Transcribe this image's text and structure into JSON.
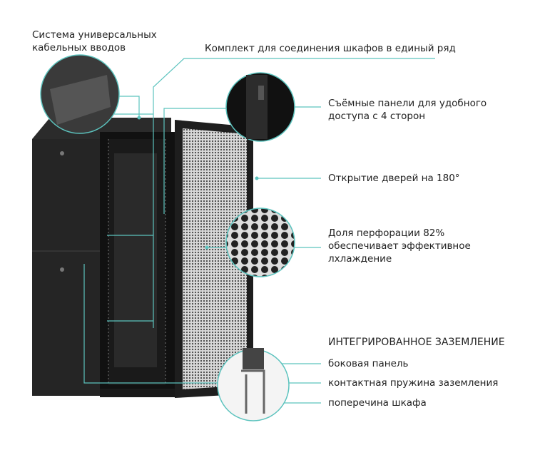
{
  "labels": {
    "cable_entries": [
      "Система универсальных",
      "кабельных вводов"
    ],
    "join_kit": "Комплект для соединения шкафов в единый ряд",
    "removable_panels": [
      "Съёмные панели для удобного",
      "доступа с 4 сторон"
    ],
    "door_opening": "Открытие дверей на 180°",
    "perforation": [
      "Доля перфорации 82%",
      "обеспечивает эффективное",
      "лхлаждение"
    ],
    "grounding_title": "ИНТЕГРИРОВАННОЕ ЗАЗЕМЛЕНИЕ",
    "grounding_items": [
      "боковая панель",
      "контактная пружина заземления",
      "поперечина шкафа"
    ]
  },
  "colors": {
    "accent": "#5cc3be",
    "cabinet": "#1e1e1e",
    "door": "#2a2a2a"
  }
}
